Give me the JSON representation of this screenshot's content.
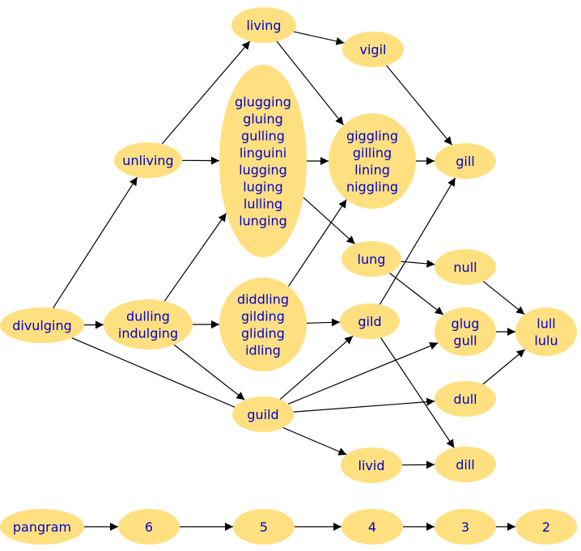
{
  "colors": {
    "node_fill": "#ffe080",
    "node_text": "#0000cc",
    "edge": "#000000",
    "background": "#ffffff"
  },
  "nodes": [
    {
      "id": "living",
      "lines": [
        "living"
      ]
    },
    {
      "id": "vigil",
      "lines": [
        "vigil"
      ]
    },
    {
      "id": "unliving",
      "lines": [
        "unliving"
      ]
    },
    {
      "id": "bigset",
      "lines": [
        "glugging",
        "gluing",
        "gulling",
        "linguini",
        "lugging",
        "luging",
        "lulling",
        "lunging"
      ]
    },
    {
      "id": "giggling",
      "lines": [
        "giggling",
        "gilling",
        "lining",
        "niggling"
      ]
    },
    {
      "id": "gill",
      "lines": [
        "gill"
      ]
    },
    {
      "id": "lung",
      "lines": [
        "lung"
      ]
    },
    {
      "id": "null",
      "lines": [
        "null"
      ]
    },
    {
      "id": "divulging",
      "lines": [
        "divulging"
      ]
    },
    {
      "id": "dulling",
      "lines": [
        "dulling",
        "indulging"
      ]
    },
    {
      "id": "diddling",
      "lines": [
        "diddling",
        "gilding",
        "gliding",
        "idling"
      ]
    },
    {
      "id": "gild",
      "lines": [
        "gild"
      ]
    },
    {
      "id": "glug",
      "lines": [
        "glug",
        "gull"
      ]
    },
    {
      "id": "lull",
      "lines": [
        "lull",
        "lulu"
      ]
    },
    {
      "id": "guild",
      "lines": [
        "guild"
      ]
    },
    {
      "id": "dull",
      "lines": [
        "dull"
      ]
    },
    {
      "id": "livid",
      "lines": [
        "livid"
      ]
    },
    {
      "id": "dill",
      "lines": [
        "dill"
      ]
    },
    {
      "id": "pangram",
      "lines": [
        "pangram"
      ]
    },
    {
      "id": "n6",
      "lines": [
        "6"
      ]
    },
    {
      "id": "n5",
      "lines": [
        "5"
      ]
    },
    {
      "id": "n4",
      "lines": [
        "4"
      ]
    },
    {
      "id": "n3",
      "lines": [
        "3"
      ]
    },
    {
      "id": "n2",
      "lines": [
        "2"
      ]
    }
  ],
  "edges": [
    [
      "unliving",
      "living"
    ],
    [
      "living",
      "vigil"
    ],
    [
      "living",
      "giggling"
    ],
    [
      "unliving",
      "bigset"
    ],
    [
      "bigset",
      "giggling"
    ],
    [
      "bigset",
      "lung"
    ],
    [
      "vigil",
      "gill"
    ],
    [
      "giggling",
      "gill"
    ],
    [
      "divulging",
      "unliving"
    ],
    [
      "divulging",
      "dulling"
    ],
    [
      "divulging",
      "livid"
    ],
    [
      "dulling",
      "bigset"
    ],
    [
      "dulling",
      "diddling"
    ],
    [
      "dulling",
      "guild"
    ],
    [
      "diddling",
      "giggling"
    ],
    [
      "diddling",
      "gild"
    ],
    [
      "lung",
      "null"
    ],
    [
      "lung",
      "glug"
    ],
    [
      "gild",
      "gill"
    ],
    [
      "gild",
      "dill"
    ],
    [
      "guild",
      "gild"
    ],
    [
      "guild",
      "glug"
    ],
    [
      "guild",
      "dull"
    ],
    [
      "null",
      "lull"
    ],
    [
      "glug",
      "lull"
    ],
    [
      "dull",
      "lull"
    ],
    [
      "livid",
      "dill"
    ],
    [
      "pangram",
      "n6"
    ],
    [
      "n6",
      "n5"
    ],
    [
      "n5",
      "n4"
    ],
    [
      "n4",
      "n3"
    ],
    [
      "n3",
      "n2"
    ]
  ]
}
